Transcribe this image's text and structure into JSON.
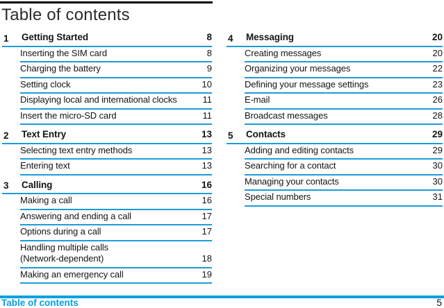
{
  "page": {
    "title": "Table of contents",
    "footer": {
      "label": "Table of contents",
      "page_number": "5"
    },
    "colors": {
      "rule_blue": "#1b9cd8",
      "footer_blue": "#009fe3",
      "text": "#141414",
      "top_bar": "#000000"
    }
  },
  "toc": {
    "columns": [
      {
        "chapters": [
          {
            "number": "1",
            "title": "Getting Started",
            "page": "8",
            "sections": [
              {
                "title": "Inserting the SIM card",
                "page": "8"
              },
              {
                "title": "Charging the battery",
                "page": "9"
              },
              {
                "title": "Setting clock",
                "page": "10"
              },
              {
                "title": "Displaying local and international clocks",
                "page": "11"
              },
              {
                "title": "Insert the micro-SD card",
                "page": "11"
              }
            ]
          },
          {
            "number": "2",
            "title": "Text Entry",
            "page": "13",
            "sections": [
              {
                "title": "Selecting text entry methods",
                "page": "13"
              },
              {
                "title": "Entering text",
                "page": "13"
              }
            ]
          },
          {
            "number": "3",
            "title": "Calling",
            "page": "16",
            "sections": [
              {
                "title": "Making a call",
                "page": "16"
              },
              {
                "title": "Answering and ending a call",
                "page": "17"
              },
              {
                "title": "Options during a call",
                "page": "17"
              },
              {
                "title": "Handling multiple calls\n(Network-dependent)",
                "page": "18"
              },
              {
                "title": "Making an emergency call",
                "page": "19"
              }
            ]
          }
        ]
      },
      {
        "chapters": [
          {
            "number": "4",
            "title": "Messaging",
            "page": "20",
            "sections": [
              {
                "title": "Creating messages",
                "page": "20"
              },
              {
                "title": "Organizing your messages",
                "page": "22"
              },
              {
                "title": "Defining your message settings",
                "page": "23"
              },
              {
                "title": "E-mail",
                "page": "26"
              },
              {
                "title": "Broadcast messages",
                "page": "28"
              }
            ]
          },
          {
            "number": "5",
            "title": "Contacts",
            "page": "29",
            "sections": [
              {
                "title": "Adding and editing contacts",
                "page": "29"
              },
              {
                "title": "Searching for a contact",
                "page": "30"
              },
              {
                "title": "Managing your contacts",
                "page": "30"
              },
              {
                "title": "Special numbers",
                "page": "31"
              }
            ]
          }
        ]
      }
    ]
  }
}
